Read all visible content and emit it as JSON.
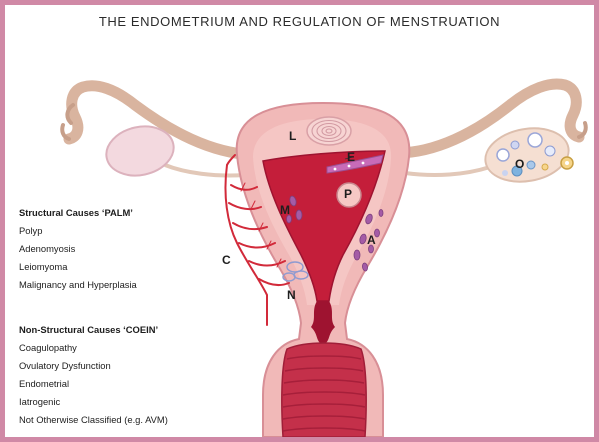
{
  "title": "THE ENDOMETRIUM AND REGULATION OF MENSTRUATION",
  "labels": {
    "L": "L",
    "E": "E",
    "P": "P",
    "M": "M",
    "A": "A",
    "C": "C",
    "N": "N",
    "O": "O"
  },
  "structural": {
    "heading": "Structural Causes ‘PALM’",
    "items": [
      "Polyp",
      "Adenomyosis",
      "Leiomyoma",
      "Malignancy and Hyperplasia"
    ]
  },
  "non_structural": {
    "heading": "Non-Structural Causes ‘COEIN’",
    "items": [
      "Coagulopathy",
      "Ovulatory Dysfunction",
      "Endometrial",
      "Iatrogenic",
      "Not Otherwise Classified (e.g. AVM)"
    ]
  },
  "colors": {
    "frame": "#d089a6",
    "tube": "#e2c2ae",
    "uterus": "#f1b9b8",
    "cavity": "#c41e3a",
    "vessel": "#d22a3a",
    "fibroid": "#b668b5"
  }
}
